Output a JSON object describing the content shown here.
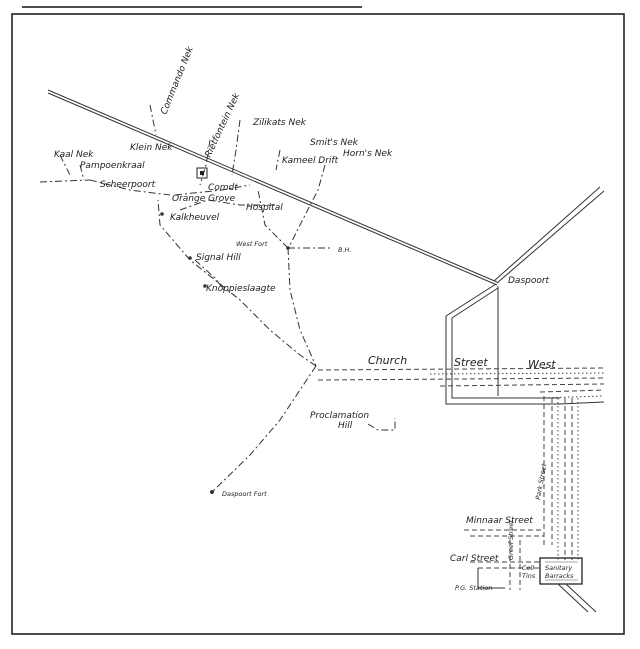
{
  "map": {
    "labels": {
      "commando_nek": "Commando Nek",
      "rietfontein_nek": "Rietfontein Nek",
      "zilikats_nek": "Zilikats Nek",
      "klein_nek": "Klein Nek",
      "smits_nek": "Smit's Nek",
      "horns_nek": "Horn's Nek",
      "kameel_drift": "Kameel Drift",
      "kaal_nek": "Kaal Nek",
      "pampoenkraal": "Pampoenkraal",
      "scheerpoort": "Scheerpoort",
      "comdt": "Comdt",
      "orange_grove": "Orange Grove",
      "hospital": "Hospital",
      "kalkheuvel": "Kalkheuvel",
      "west_fort": "West Fort",
      "bh": "B.H.",
      "signal_hill": "Signal Hill",
      "knoppieslaagte": "Knoppieslaagte",
      "daspoort": "Daspoort",
      "church": "Church",
      "street": "Street",
      "west": "West",
      "proclamation": "Proclamation",
      "hill": "Hill",
      "park_street": "Park Street",
      "daspoort_fort": "Daspoort Fort",
      "minnaar_street": "Minnaar Street",
      "carl_street": "Carl Street",
      "greef_street": "Greef Street",
      "cell": "Cell",
      "tins": "Tins",
      "sanitary": "Sanitary",
      "barracks": "Barracks",
      "pg_station": "P.G. Station"
    }
  }
}
